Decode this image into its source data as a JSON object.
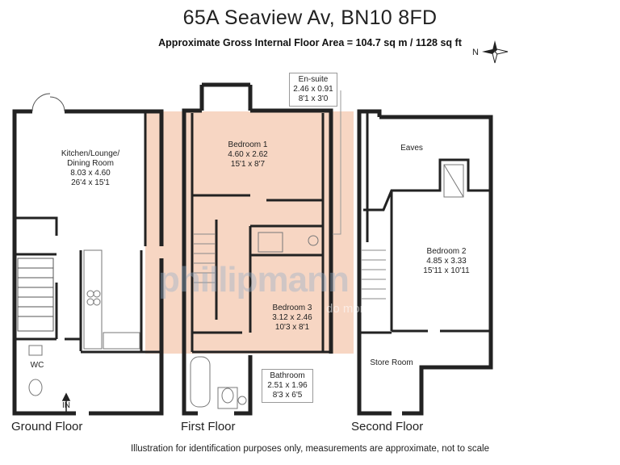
{
  "header": {
    "title": "65A Seaview Av, BN10 8FD",
    "area": "Approximate Gross Internal Floor Area = 104.7 sq m / 1128 sq ft"
  },
  "compass": {
    "label": "N"
  },
  "rooms": {
    "kitchen": {
      "name": "Kitchen/Lounge/",
      "name2": "Dining Room",
      "metric": "8.03 x 4.60",
      "imperial": "26'4 x 15'1"
    },
    "wc": {
      "name": "WC"
    },
    "entrance": {
      "name": "IN"
    },
    "bedroom1": {
      "name": "Bedroom 1",
      "metric": "4.60 x 2.62",
      "imperial": "15'1 x 8'7"
    },
    "ensuite": {
      "name": "En-suite",
      "metric": "2.46 x 0.91",
      "imperial": "8'1 x 3'0"
    },
    "bedroom3": {
      "name": "Bedroom 3",
      "metric": "3.12 x 2.46",
      "imperial": "10'3 x 8'1"
    },
    "bathroom": {
      "name": "Bathroom",
      "metric": "2.51 x 1.96",
      "imperial": "8'3 x 6'5"
    },
    "eaves": {
      "name": "Eaves"
    },
    "bedroom2": {
      "name": "Bedroom 2",
      "metric": "4.85 x 3.33",
      "imperial": "15'11 x 10'11"
    },
    "store": {
      "name": "Store Room"
    }
  },
  "floors": {
    "ground": "Ground Floor",
    "first": "First Floor",
    "second": "Second Floor"
  },
  "watermark": {
    "brand": "phillipmann",
    "tagline": "do more"
  },
  "footer": "Illustration for identification purposes only, measurements are approximate, not to scale",
  "colors": {
    "wall": "#222222",
    "highlight": "#f6cfb8"
  }
}
